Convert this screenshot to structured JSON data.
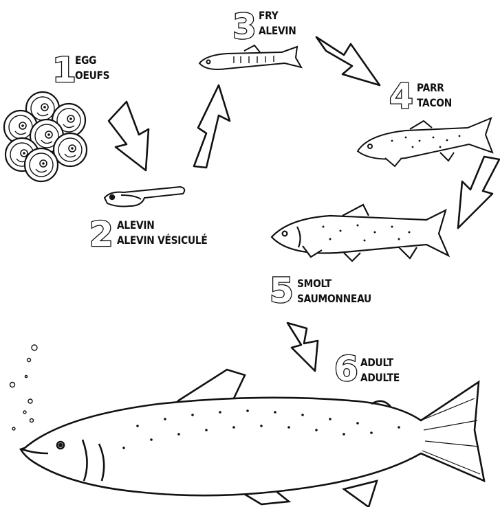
{
  "stages": [
    {
      "number": "1",
      "en": "EGG",
      "fr": "OEUFS"
    },
    {
      "number": "2",
      "en": "ALEVIN",
      "fr": "ALEVIN VÉSICULÉ"
    },
    {
      "number": "3",
      "en": "FRY",
      "fr": "ALEVIN"
    },
    {
      "number": "4",
      "en": "PARR",
      "fr": "TACON"
    },
    {
      "number": "5",
      "en": "SMOLT",
      "fr": "SAUMONNEAU"
    },
    {
      "number": "6",
      "en": "ADULT",
      "fr": "ADULTE"
    }
  ],
  "colors": {
    "ink": "#111111",
    "paper": "#ffffff"
  }
}
